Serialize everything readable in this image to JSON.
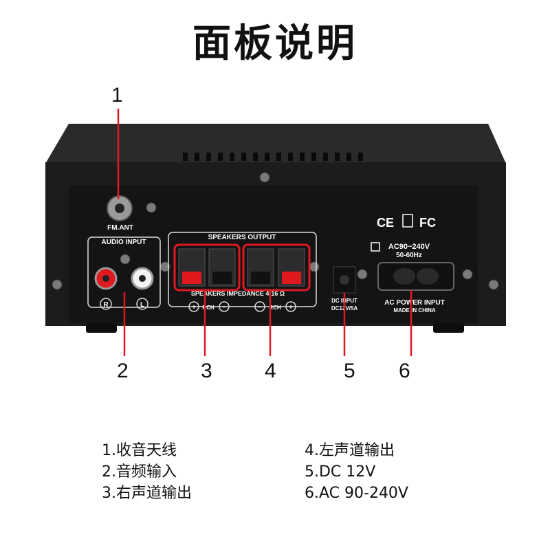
{
  "title": "面板说明",
  "device": {
    "fm_ant": "FM.ANT",
    "audio_input": "AUDIO INPUT",
    "speakers_output": "SPEAKERS OUTPUT",
    "speakers_impedance": "SPEAKERS IMPEDANCE 4-16 Ω",
    "rch_left": "RCH",
    "rch_right": "RCH",
    "r_label": "R",
    "l_label": "L",
    "plus": "+",
    "minus": "−",
    "dc_input_1": "DC INPUT",
    "dc_input_2": "DC12V/5A",
    "ac_spec_1": "AC90~240V",
    "ac_spec_2": "50-60Hz",
    "ac_power_input": "AC POWER INPUT",
    "made_in": "MADE IN CHINA",
    "cert_ce": "CE",
    "cert_fc": "FC"
  },
  "callouts": [
    "1",
    "2",
    "3",
    "4",
    "5",
    "6"
  ],
  "legend": {
    "left": [
      "1.收音天线",
      "2.音频输入",
      "3.右声道输出"
    ],
    "right": [
      "4.左声道输出",
      "5.DC 12V",
      "6.AC 90-240V"
    ]
  },
  "colors": {
    "accent": "#e0191e",
    "panel": "#1c1c1e",
    "text": "#111111"
  }
}
